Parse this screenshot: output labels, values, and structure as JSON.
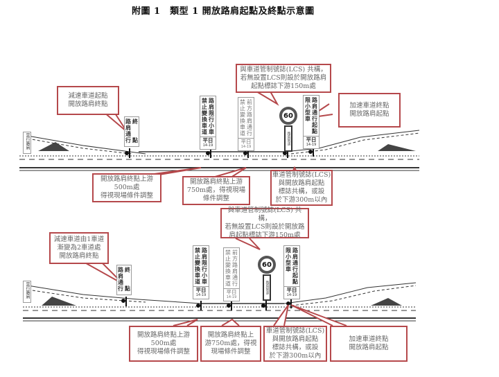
{
  "title": "附圖 1　類型 1 開放路肩起點及終點示意圖",
  "colors": {
    "callout_border": "#b5484b",
    "road": "#333333",
    "text": "#666666"
  },
  "top": {
    "callouts": {
      "decel_start": [
        "減速車道起點",
        "開放路肩終點"
      ],
      "lcs_shared": [
        "與車道管制號誌(LCS) 共構，",
        "若無設置LCS則設於開放路肩",
        "起點標誌下游150m處"
      ],
      "accel_end": [
        "加速車道終點",
        "開放路肩起點"
      ],
      "upstream_500": [
        "開放路肩終點上游",
        "500m處",
        "得視現場條件調整"
      ],
      "upstream_750": [
        "開放路肩終點上游",
        "750m處，得視現場",
        "條件調整"
      ],
      "lcs_300": [
        "車道管制號誌(LCS)",
        "與開放路肩起點",
        "標誌共構，或設",
        "於下游300m以內"
      ]
    }
  },
  "bottom": {
    "callouts": {
      "decel_lane": [
        "減速車道由1車道",
        "漸變為2車道處",
        "開放路肩終點"
      ],
      "lcs_shared": [
        "與車道管制號誌(LCS) 共構，",
        "若無設置LCS則設於開放路",
        "肩起點標誌下游150m處"
      ],
      "upstream_500": [
        "開放路肩終點上游",
        "500m處",
        "得視現場條件調整"
      ],
      "upstream_750": [
        "開放路肩終點上",
        "游750m處，得視",
        "現場條件調整"
      ],
      "lcs_300": [
        "車道管制號誌(LCS)",
        "與開放路肩起點",
        "標誌共構，或設",
        "於下游300m以內"
      ],
      "accel_end": [
        "加速車道終點",
        "開放路肩起點"
      ]
    }
  },
  "signs": {
    "shoulder_end": {
      "col_right": "路肩通行",
      "col_left": "終　　點"
    },
    "small_car_only": {
      "col_right": "路肩限行小車",
      "col_left": "禁止變換車道",
      "time": "平日",
      "hours": "14-19"
    },
    "ahead_shoulder": {
      "col_right": "前方路肩通行",
      "col_left": "禁止變換車道",
      "time": "平日",
      "hours": "14-19"
    },
    "speed_limit": {
      "value": "60",
      "subplate": "路肩限速"
    },
    "shoulder_start": {
      "col_right": "路肩通行起點",
      "col_left": "限小型車",
      "time": "平日",
      "hours": "14-19"
    },
    "no_shoulder": "禁行路肩"
  }
}
